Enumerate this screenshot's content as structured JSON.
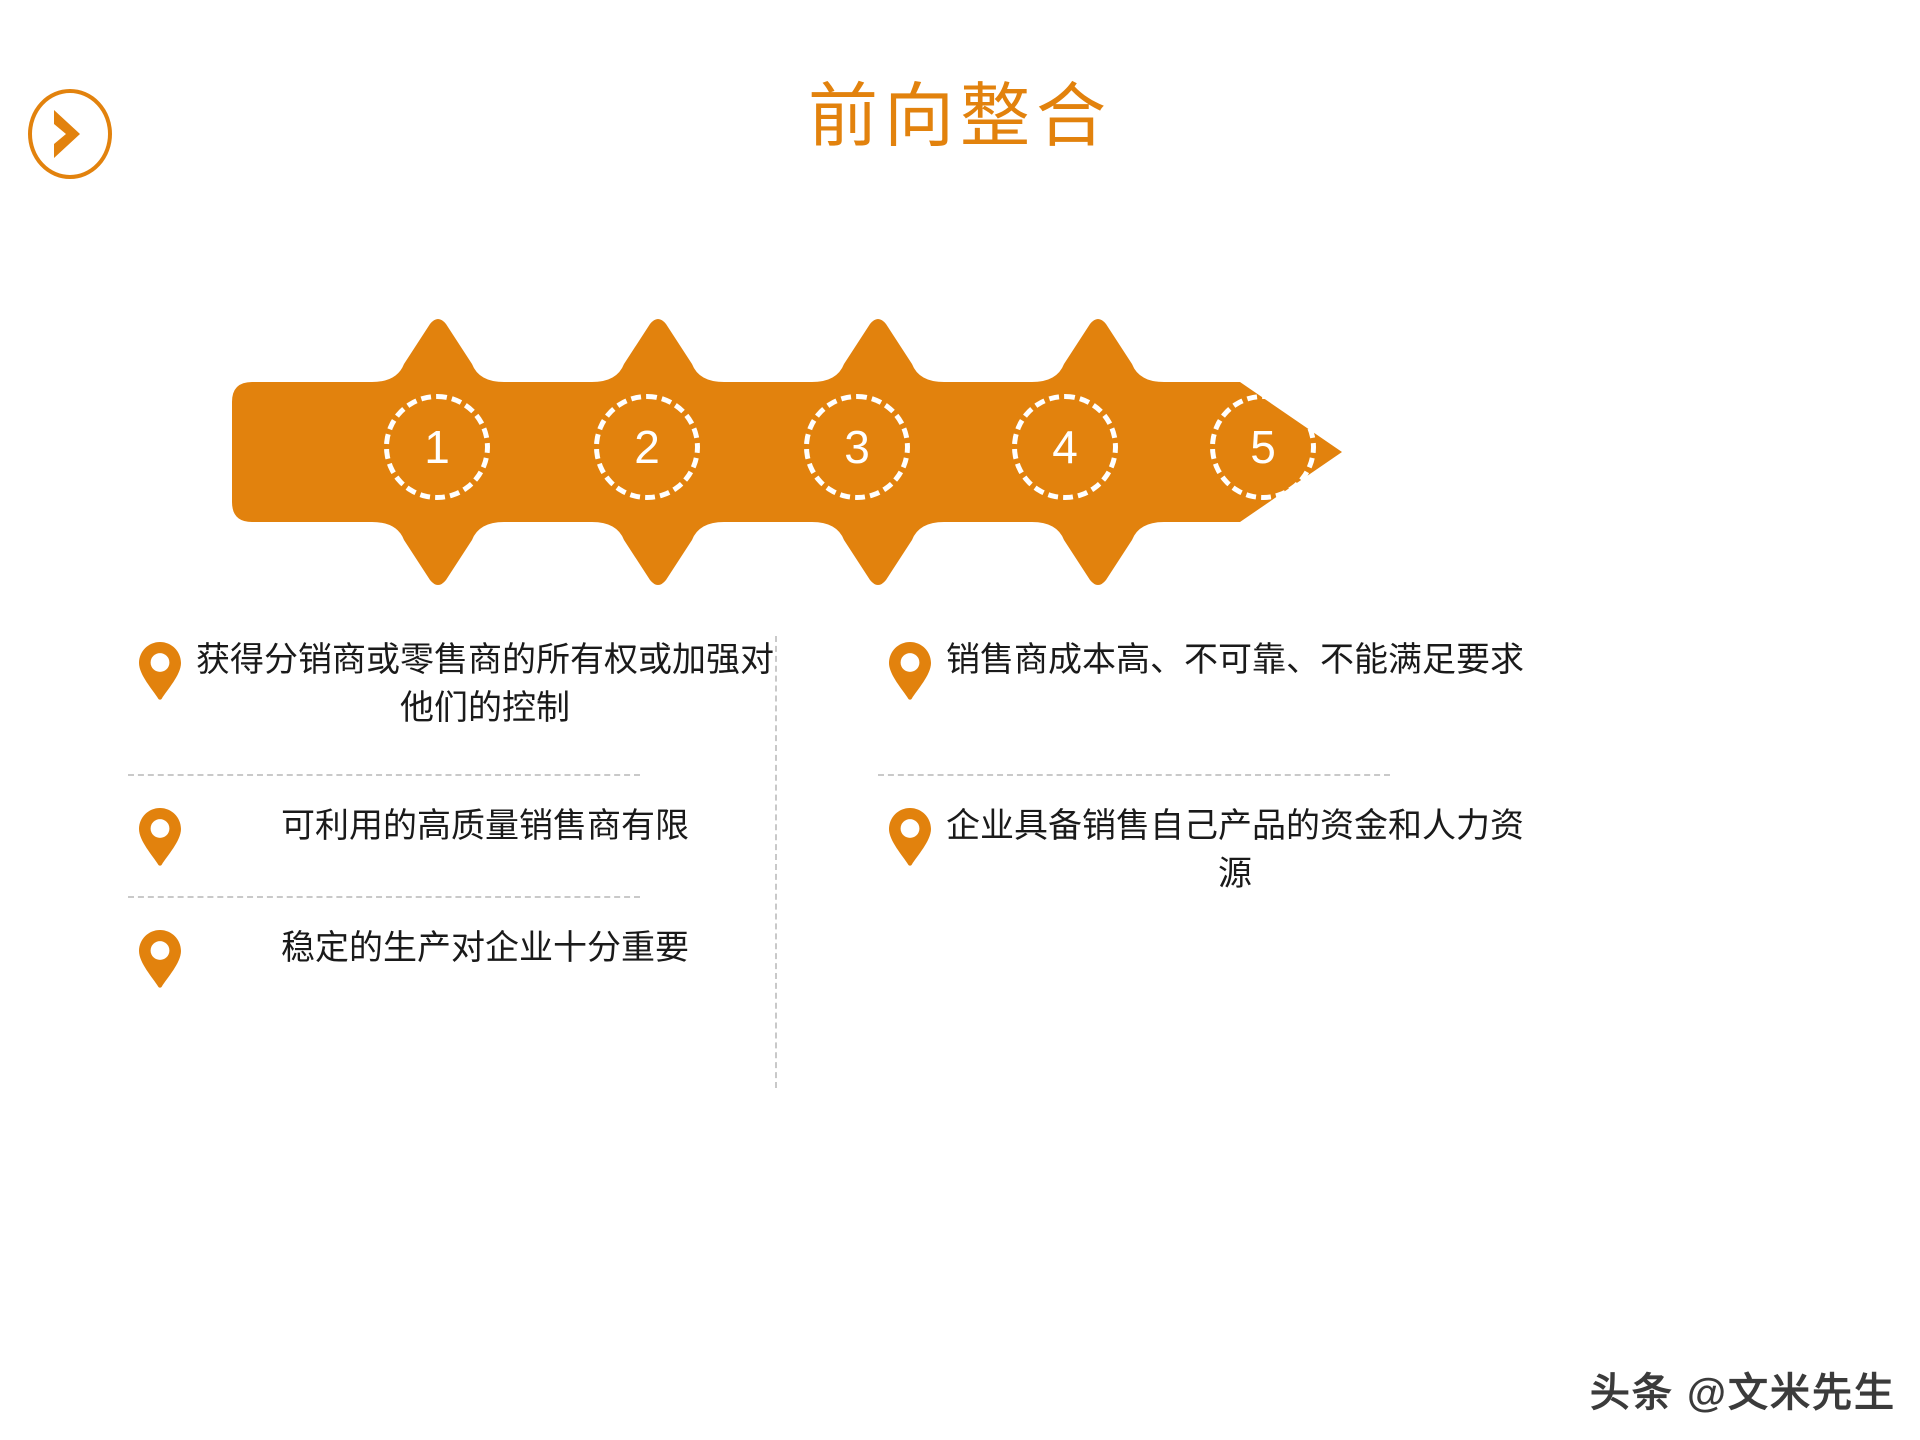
{
  "slide": {
    "title": "前向整合",
    "background_color": "#FFFFFF",
    "accent_color": "#E2820D",
    "text_color": "#1A1A1A",
    "divider_color": "#C9C9C9"
  },
  "logo": {
    "icon": "chevron-right-in-circle-icon"
  },
  "process": {
    "type": "chevron-arrow-band",
    "direction": "right",
    "steps": [
      {
        "number": "1"
      },
      {
        "number": "2"
      },
      {
        "number": "3"
      },
      {
        "number": "4"
      },
      {
        "number": "5"
      }
    ]
  },
  "columns": {
    "left": {
      "items": [
        {
          "icon": "map-pin-icon",
          "text": "获得分销商或零售商的所有权或加强对他们的控制"
        },
        {
          "icon": "map-pin-icon",
          "text": "可利用的高质量销售商有限"
        },
        {
          "icon": "map-pin-icon",
          "text": "稳定的生产对企业十分重要"
        }
      ]
    },
    "right": {
      "items": [
        {
          "icon": "map-pin-icon",
          "text": "销售商成本高、不可靠、不能满足要求"
        },
        {
          "icon": "map-pin-icon",
          "text": "企业具备销售自己产品的资金和人力资源"
        }
      ]
    }
  },
  "watermark": {
    "text": "头条 @文米先生"
  }
}
